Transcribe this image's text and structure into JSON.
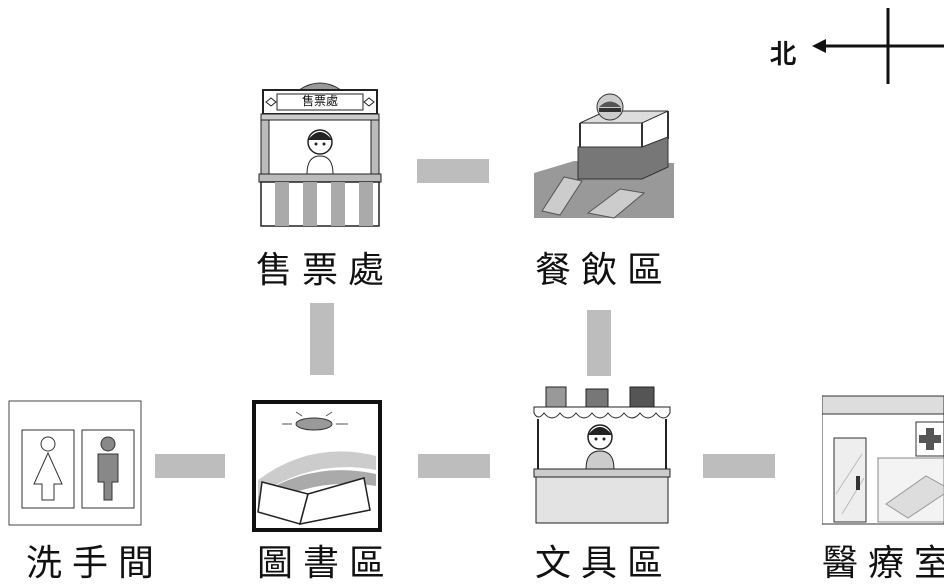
{
  "compass": {
    "label": "北"
  },
  "places": {
    "ticket": {
      "label": "售票處",
      "sign": "售票處"
    },
    "food": {
      "label": "餐飲區"
    },
    "restroom": {
      "label": "洗手間"
    },
    "library": {
      "label": "圖書區"
    },
    "stationery": {
      "label": "文具區"
    },
    "clinic": {
      "label": "醫療室"
    }
  }
}
